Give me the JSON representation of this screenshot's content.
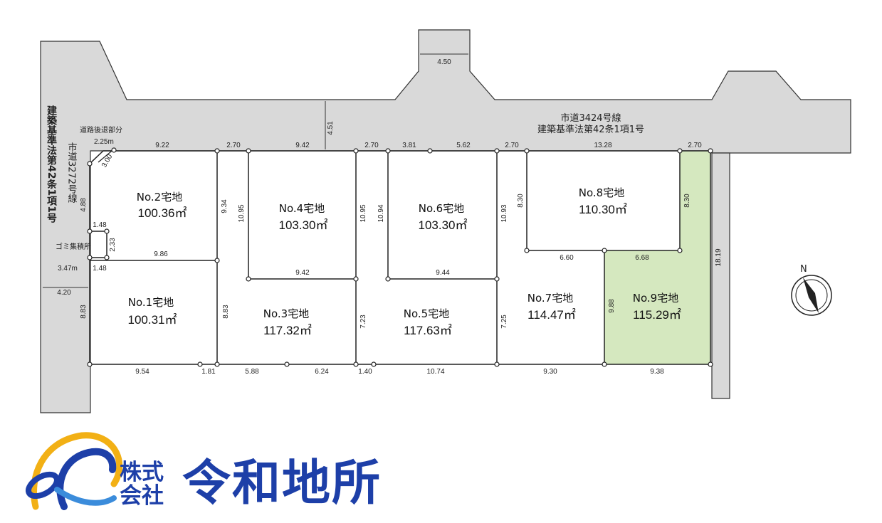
{
  "roads": {
    "main_road_name": "市道3424号線",
    "main_road_law": "建築基準法第42条1項1号",
    "left_road_law": "建築基準法第42条1項1号",
    "left_road_name": "市道3272号線",
    "setback": "道路後退部分",
    "garbage": "ゴミ集積所"
  },
  "lots": [
    {
      "no": "No.1宅地",
      "area": "100.31㎡"
    },
    {
      "no": "No.2宅地",
      "area": "100.36㎡"
    },
    {
      "no": "No.3宅地",
      "area": "117.32㎡"
    },
    {
      "no": "No.4宅地",
      "area": "103.30㎡"
    },
    {
      "no": "No.5宅地",
      "area": "117.63㎡"
    },
    {
      "no": "No.6宅地",
      "area": "103.30㎡"
    },
    {
      "no": "No.7宅地",
      "area": "114.47㎡"
    },
    {
      "no": "No.8宅地",
      "area": "110.30㎡"
    },
    {
      "no": "No.9宅地",
      "area": "115.29㎡"
    }
  ],
  "dims": {
    "d_450": "4.50",
    "d_451": "4.51",
    "d_225": "2.25m",
    "d_300": "3.00",
    "d_922": "9.22",
    "d_270a": "2.70",
    "d_942": "9.42",
    "d_270b": "2.70",
    "d_381": "3.81",
    "d_562": "5.62",
    "d_270c": "2.70",
    "d_1328": "13.28",
    "d_270d": "2.70",
    "d_488": "4.88",
    "d_148a": "1.48",
    "d_233": "2.33",
    "d_148b": "1.48",
    "d_347": "3.47m",
    "d_420": "4.20",
    "d_883a": "8.83",
    "d_986": "9.86",
    "d_934": "9.34",
    "d_1095a": "10.95",
    "d_942b": "9.42",
    "d_1095b": "10.95",
    "d_1094": "10.94",
    "d_944": "9.44",
    "d_1093": "10.93",
    "d_830a": "8.30",
    "d_830b": "8.30",
    "d_660": "6.60",
    "d_668": "6.68",
    "d_1819": "18.19",
    "d_883b": "8.83",
    "d_723": "7.23",
    "d_725": "7.25",
    "d_988": "9.88",
    "d_954": "9.54",
    "d_181": "1.81",
    "d_588": "5.88",
    "d_624": "6.24",
    "d_140": "1.40",
    "d_1074": "10.74",
    "d_930": "9.30",
    "d_938": "9.38"
  },
  "compass": {
    "north": "N"
  },
  "company": {
    "prefix": "株式会社",
    "name": "令和地所"
  },
  "colors": {
    "road": "#d9d9d9",
    "lot9": "#d5e8bf",
    "brand": "#1d3fa8",
    "logo_gold": "#f2b015"
  }
}
